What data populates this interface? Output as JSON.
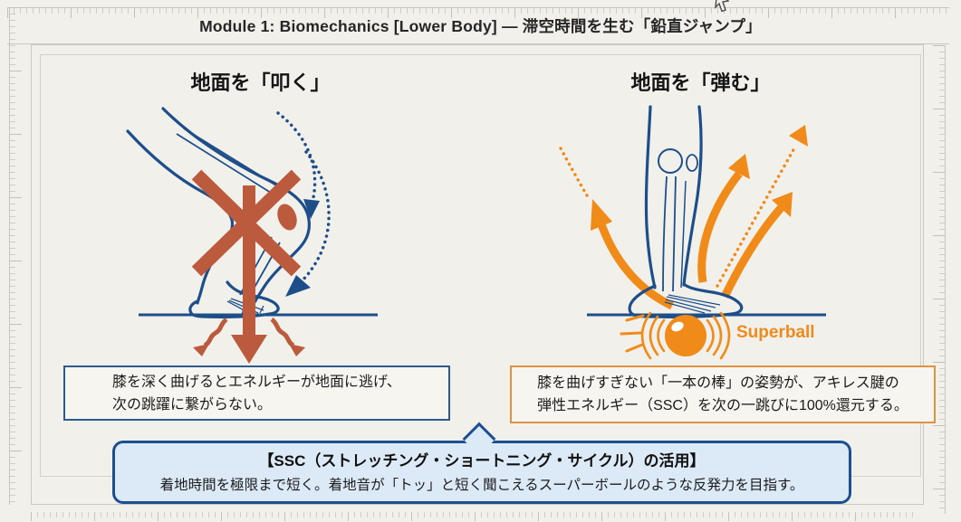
{
  "window": {
    "title": "Module 1: Biomechanics [Lower Body] ― 滞空時間を生む「鉛直ジャンプ」"
  },
  "left_panel": {
    "heading": "地面を「叩く」",
    "caption": {
      "line1": "膝を深く曲げるとエネルギーが地面に逃げ、",
      "line2": "次の跳躍に繋がらない。"
    }
  },
  "right_panel": {
    "heading": "地面を「弾む」",
    "ball_label": "Superball",
    "caption": {
      "line1": "膝を曲げすぎない「一本の棒」の姿勢が、アキレス腱の",
      "line2": "弾性エネルギー（SSC）を次の一跳びに100%還元する。"
    }
  },
  "ssc_callout": {
    "heading": "【SSC（ストレッチング・ショートニング・サイクル）の活用】",
    "body": "着地時間を極限まで短く。着地音が「トッ」と短く聞こえるスーパーボールのような反発力を目指す。"
  },
  "colors": {
    "navy": "#1d4e8a",
    "brick_red": "#bc5a3e",
    "orange": "#f08a19",
    "callout_fill": "#dceaf8",
    "background": "#f2f0ea"
  }
}
